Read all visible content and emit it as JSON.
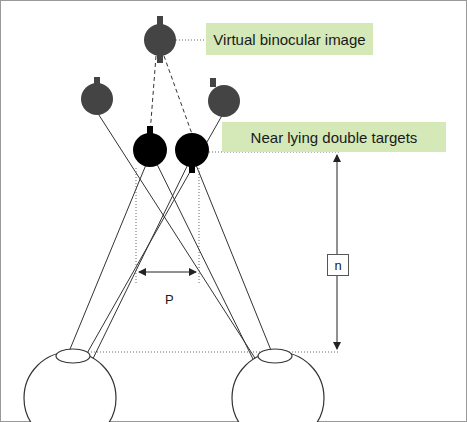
{
  "diagram": {
    "nodes": [
      {
        "text": [
          "Virtual binocular image"
        ]
      },
      {
        "text": [
          "Near lying double targets"
        ]
      },
      {
        "text": [
          "n"
        ]
      }
    ],
    "labels": [
      "P"
    ]
  }
}
